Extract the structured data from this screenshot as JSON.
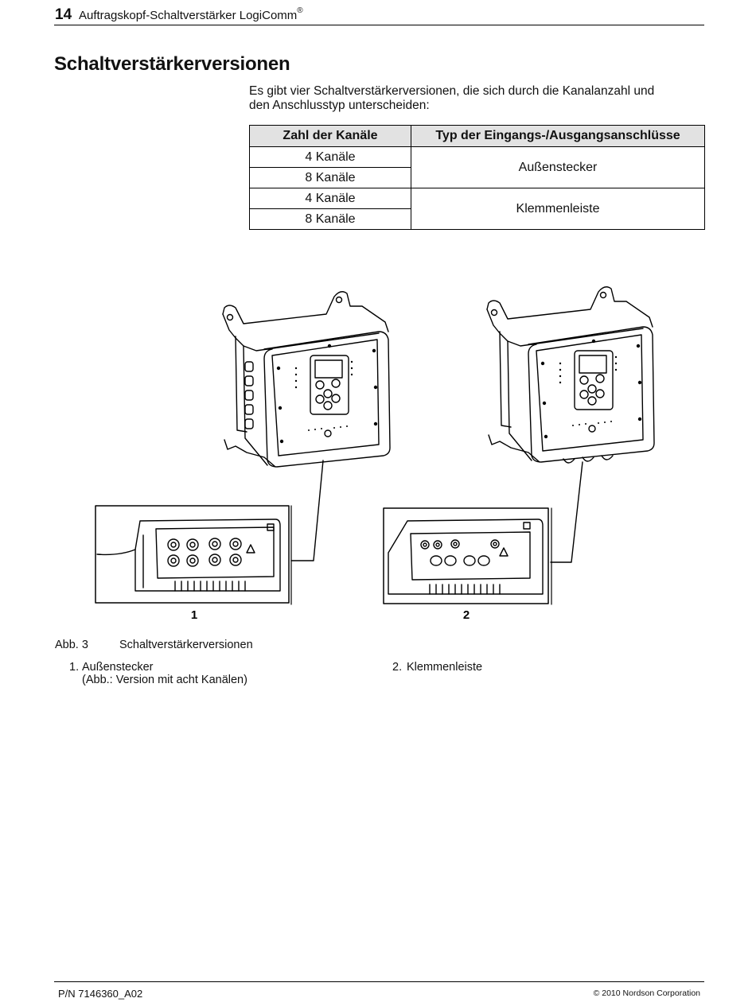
{
  "header": {
    "page_number": "14",
    "title": "Auftragskopf-Schaltverstärker LogiComm",
    "title_mark": "®"
  },
  "section": {
    "title": "Schaltverstärkerversionen",
    "intro_line1": "Es gibt vier Schaltverstärkerversionen, die sich durch die Kanalanzahl und",
    "intro_line2": "den Anschlusstyp unterscheiden:"
  },
  "table": {
    "headers": [
      "Zahl der Kanäle",
      "Typ der Eingangs-/Ausgangsanschlüsse"
    ],
    "rows": [
      {
        "channels": "4 Kanäle"
      },
      {
        "channels": "8 Kanäle"
      },
      {
        "channels": "4 Kanäle"
      },
      {
        "channels": "8 Kanäle"
      }
    ],
    "types": [
      "Außenstecker",
      "Klemmenleiste"
    ]
  },
  "figure": {
    "label_1": "1",
    "label_2": "2",
    "icons": [
      "amplifier-external-connectors-illustration",
      "amplifier-terminal-strip-illustration"
    ]
  },
  "caption": {
    "number": "Abb. 3",
    "text": "Schaltverstärkerversionen"
  },
  "legend": [
    {
      "num": "1.",
      "line1": "Außenstecker",
      "line2": "(Abb.: Version mit acht Kanälen)"
    },
    {
      "num": "2.",
      "line1": "Klemmenleiste"
    }
  ],
  "footer": {
    "part_number": "P/N 7146360_A02",
    "copyright": "© 2010 Nordson Corporation"
  }
}
